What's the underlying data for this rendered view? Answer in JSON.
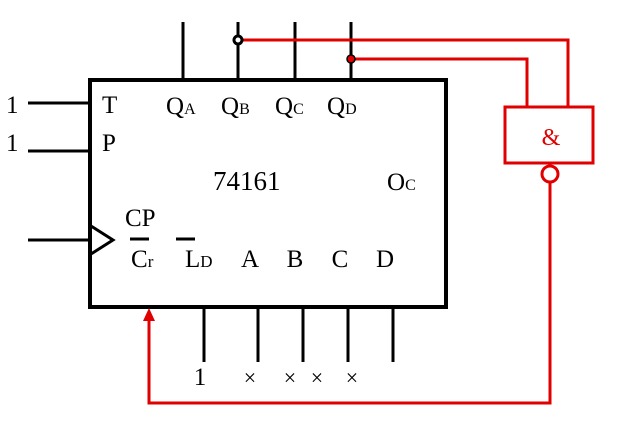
{
  "chip": {
    "part_number": "74161",
    "outputs": {
      "qa": {
        "main": "Q",
        "sub": "A"
      },
      "qb": {
        "main": "Q",
        "sub": "B"
      },
      "qc": {
        "main": "Q",
        "sub": "C"
      },
      "qd": {
        "main": "Q",
        "sub": "D"
      }
    },
    "carry_out": {
      "main": "O",
      "sub": "C"
    },
    "enable_t": "T",
    "enable_p": "P",
    "clock": "CP",
    "clear": {
      "main": "C",
      "sub": "r"
    },
    "load": {
      "main": "L",
      "sub": "D"
    },
    "data_inputs": [
      "A",
      "B",
      "C",
      "D"
    ]
  },
  "inputs": {
    "t_value": "1",
    "p_value": "1",
    "a_value": "1",
    "b_value": "×",
    "c_value": "×",
    "d_value": "×",
    "lone_mark": "×"
  },
  "gate": {
    "symbol": "&"
  },
  "colors": {
    "wire": "#000000",
    "feedback": "#e00000"
  }
}
